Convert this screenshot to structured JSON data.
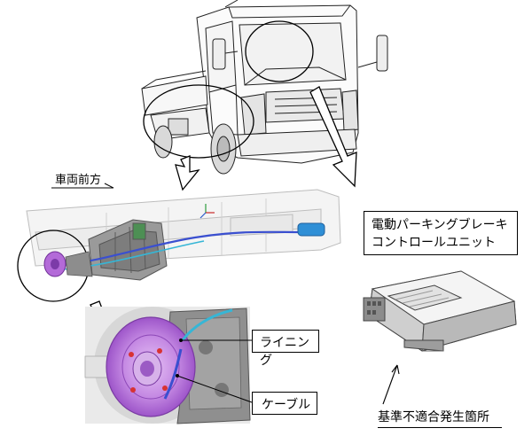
{
  "labels": {
    "vehicle_front": "車両前方",
    "lining": "ライニング",
    "cable": "ケーブル",
    "noncompliance_location": "基準不適合発生箇所"
  },
  "epb_unit": {
    "line1": "電動パーキングブレーキ",
    "line2": "コントロールユニット"
  },
  "colors": {
    "brake_purple": "#b36ad8",
    "cable_blue": "#3a4fd0",
    "cable_cyan": "#36b6d6",
    "unit_connector": "#2f8fd6",
    "line_gray": "#8a8a8a"
  }
}
